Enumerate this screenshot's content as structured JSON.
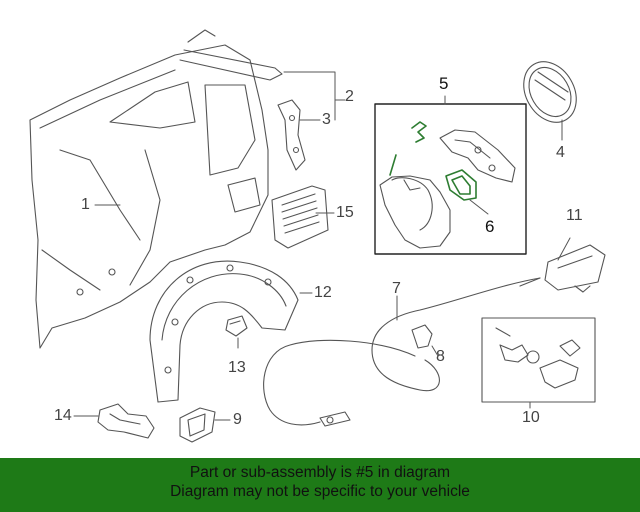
{
  "callouts": {
    "c1": "1",
    "c2": "2",
    "c3": "3",
    "c4": "4",
    "c5": "5",
    "c6": "6",
    "c7": "7",
    "c8": "8",
    "c9": "9",
    "c10": "10",
    "c11": "11",
    "c12": "12",
    "c13": "13",
    "c14": "14",
    "c15": "15"
  },
  "banner": {
    "line1": "Part or sub-assembly is #5 in diagram",
    "line2": "Diagram may not be specific to your vehicle"
  },
  "colors": {
    "banner_bg": "#1e7a17",
    "highlight": "#2e7d32",
    "line_art": "#555555"
  }
}
